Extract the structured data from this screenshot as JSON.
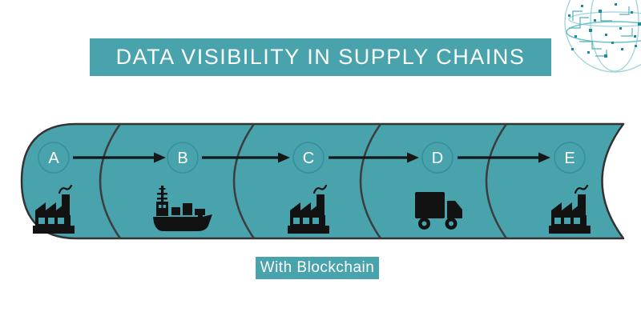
{
  "title": {
    "text": "DATA VISIBILITY IN SUPPLY CHAINS"
  },
  "pipeline": {
    "description": "supply-chain-tube",
    "nodes": [
      {
        "label": "A",
        "icon": "factory-icon"
      },
      {
        "label": "B",
        "icon": "cargo-ship-icon"
      },
      {
        "label": "C",
        "icon": "factory-icon"
      },
      {
        "label": "D",
        "icon": "delivery-truck-icon"
      },
      {
        "label": "E",
        "icon": "factory-icon"
      }
    ],
    "arrow_count": 4
  },
  "footer": {
    "label": "With Blockchain"
  },
  "decor": {
    "corner_graphic": "circuit-network-globe-icon"
  },
  "colors": {
    "teal": "#48A3AD",
    "tube_outline": "#333333",
    "segment_seam": "#3D3D3D",
    "node_ring": "#36909B",
    "node_letter": "#FFFFFF",
    "icon_black": "#121212",
    "arrow_black": "#161616",
    "globe_light": "#9ED3DA",
    "globe_mid": "#6FC0CB",
    "globe_trace": "#4FB0BD",
    "globe_dot": "#1D8B9D",
    "background": "#FFFFFF"
  }
}
